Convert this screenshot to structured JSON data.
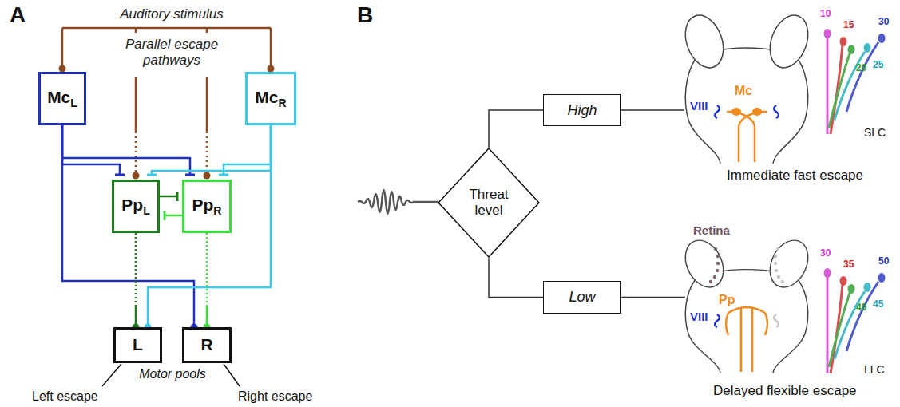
{
  "diagram": {
    "nodes": [
      {
        "text": [
          "Mc",
          "L"
        ]
      },
      {
        "text": [
          "Mc",
          "R"
        ]
      },
      {
        "text": [
          "Pp",
          "L"
        ]
      },
      {
        "text": [
          "Pp",
          "R"
        ]
      },
      {
        "text": [
          "L"
        ]
      },
      {
        "text": [
          "R"
        ]
      },
      {
        "text": [
          "Threat level"
        ]
      },
      {
        "text": [
          "High"
        ]
      },
      {
        "text": [
          "Low"
        ]
      }
    ],
    "edges": [
      {
        "from": 0,
        "to": 2,
        "arrow": "to"
      },
      {
        "from": 0,
        "to": 3,
        "arrow": "to"
      },
      {
        "from": 1,
        "to": 2,
        "arrow": "to"
      },
      {
        "from": 1,
        "to": 3,
        "arrow": "to"
      },
      {
        "from": 0,
        "to": 5,
        "arrow": "to"
      },
      {
        "from": 1,
        "to": 4,
        "arrow": "to"
      },
      {
        "from": 2,
        "to": 3,
        "arrow": "to"
      },
      {
        "from": 3,
        "to": 2,
        "arrow": "to"
      },
      {
        "from": 2,
        "to": 4,
        "arrow": "to"
      },
      {
        "from": 3,
        "to": 5,
        "arrow": "to"
      },
      {
        "from": 6,
        "to": 7,
        "arrow": "none"
      },
      {
        "from": 6,
        "to": 8,
        "arrow": "none"
      }
    ],
    "labels": [
      "A",
      "Auditory stimulus",
      "Parallel escape pathways",
      "Motor pools",
      "Left escape",
      "Right escape",
      "B",
      "VIII",
      "Mc",
      "10",
      "15",
      "20",
      "25",
      "30",
      "SLC",
      "Immediate fast escape",
      "Retina",
      "Pp",
      "VIII",
      "30",
      "35",
      "40",
      "45",
      "50",
      "LLC",
      "Delayed flexible escape"
    ]
  }
}
